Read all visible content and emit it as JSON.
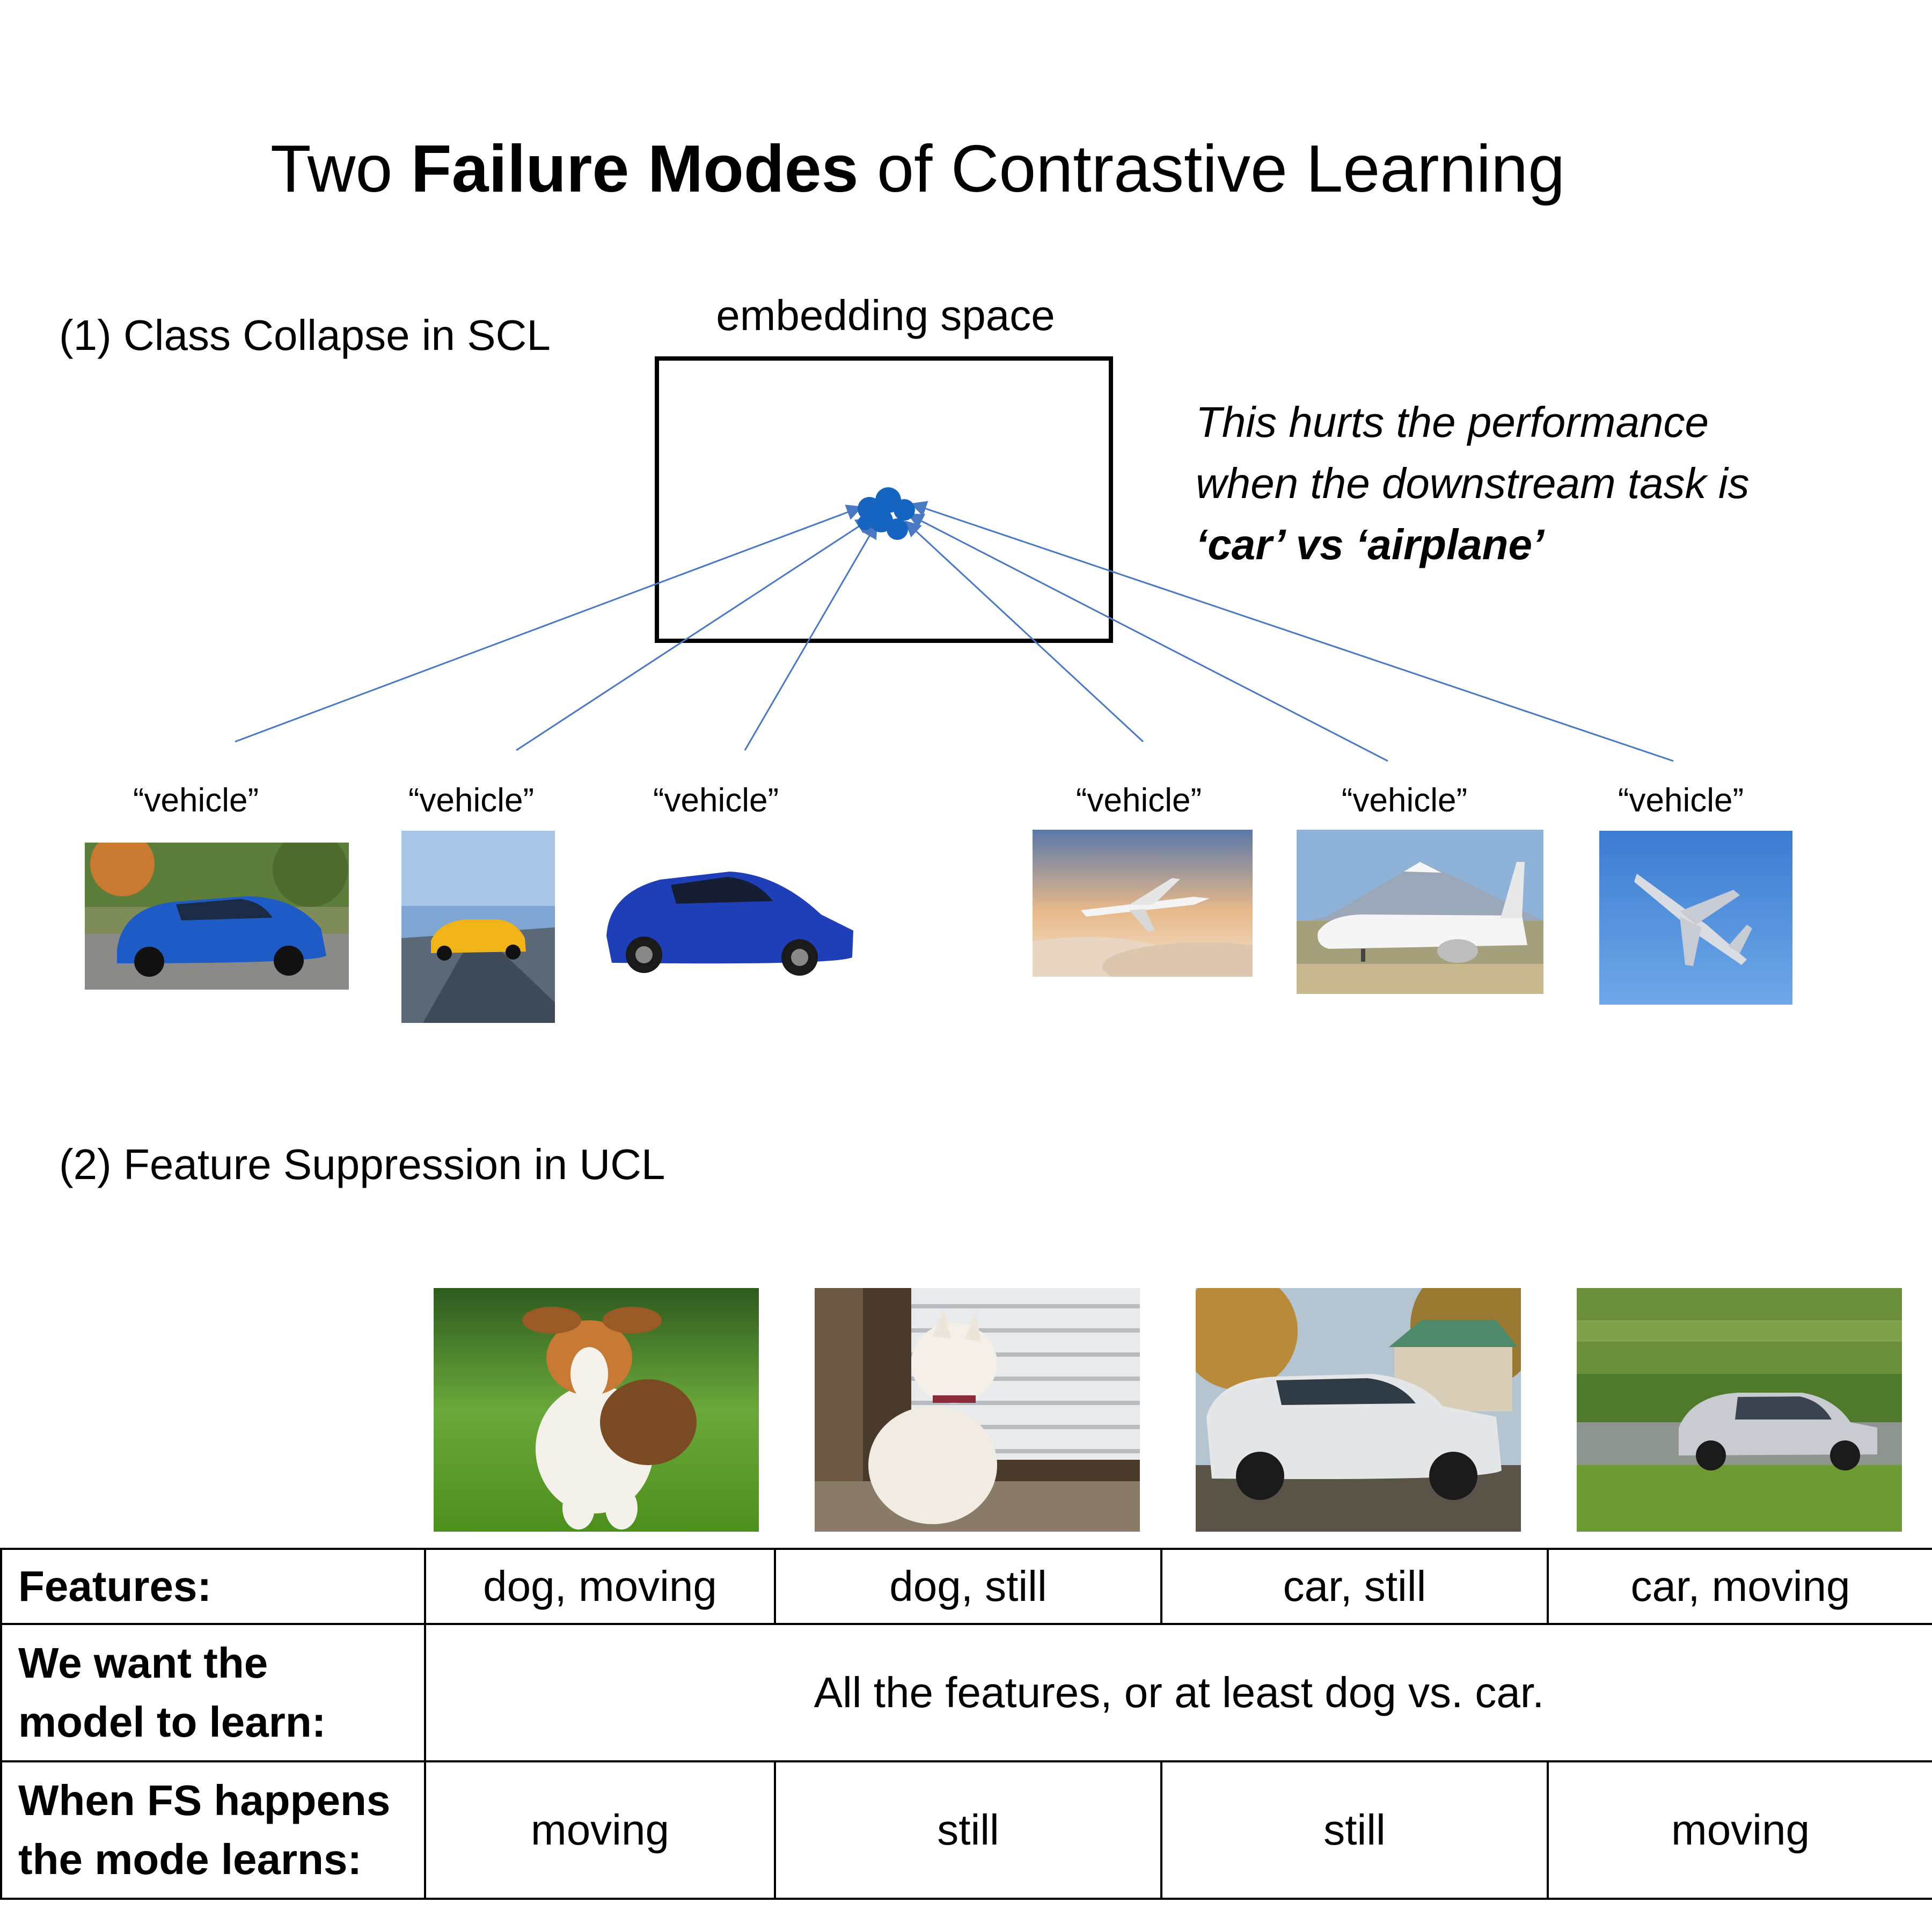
{
  "title": {
    "part1": "Two ",
    "part_bold": "Failure Modes",
    "part2": " of Contrastive Learning"
  },
  "section1": {
    "heading": "(1) Class Collapse in  SCL",
    "embedding_label": "embedding space",
    "note_line1": "This hurts the performance",
    "note_line2": "when the downstream task is",
    "note_line3": "‘car’ vs ‘airplane’"
  },
  "vehicles": [
    {
      "label": "“vehicle”",
      "kind": "car"
    },
    {
      "label": "“vehicle”",
      "kind": "car"
    },
    {
      "label": "“vehicle”",
      "kind": "car"
    },
    {
      "label": "“vehicle”",
      "kind": "airplane"
    },
    {
      "label": "“vehicle”",
      "kind": "airplane"
    },
    {
      "label": "“vehicle”",
      "kind": "airplane"
    }
  ],
  "section2": {
    "heading": "(2) Feature Suppression in UCL"
  },
  "photos2": [
    {
      "kind": "dog-running"
    },
    {
      "kind": "dog-sitting"
    },
    {
      "kind": "car-parked"
    },
    {
      "kind": "car-moving"
    }
  ],
  "table": {
    "row1": {
      "header": "Features:",
      "cells": [
        "dog, moving",
        "dog, still",
        "car, still",
        "car, moving"
      ]
    },
    "row2": {
      "header_line1": "We want the",
      "header_line2": "model to learn:",
      "cell": "All the features, or at least dog vs. car."
    },
    "row3": {
      "header_line1": "When FS happens",
      "header_line2": "the mode learns:",
      "cells": [
        "moving",
        "still",
        "still",
        "moving"
      ]
    }
  },
  "colors": {
    "cluster": "#1464c0",
    "arrow": "#4a78c2",
    "border": "#000000"
  }
}
